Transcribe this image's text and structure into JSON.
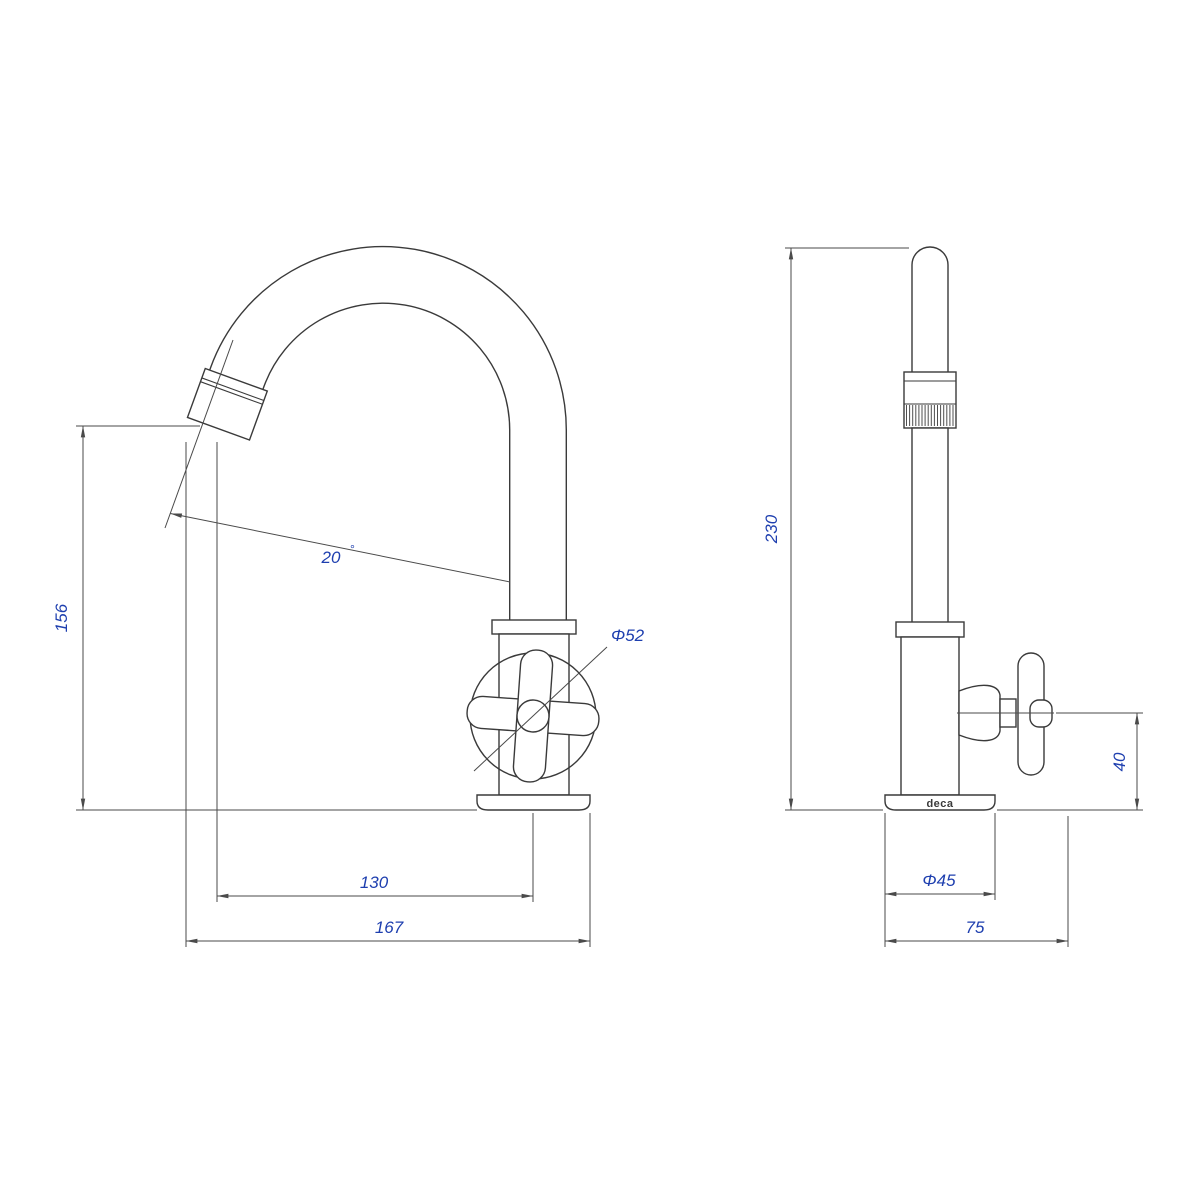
{
  "colors": {
    "background": "#ffffff",
    "object_line": "#3a3a3a",
    "dimension_line": "#4a4a4a",
    "dimension_text": "#1e3faf"
  },
  "side_view": {
    "dimensions": {
      "spout_height": "156",
      "spout_angle": "20",
      "spout_angle_unit": "°",
      "handle_diameter": "Φ52",
      "spout_reach": "130",
      "total_reach": "167"
    }
  },
  "front_view": {
    "brand": "deca",
    "dimensions": {
      "total_height": "230",
      "handle_center_height": "40",
      "base_diameter": "Φ45",
      "depth": "75"
    }
  }
}
